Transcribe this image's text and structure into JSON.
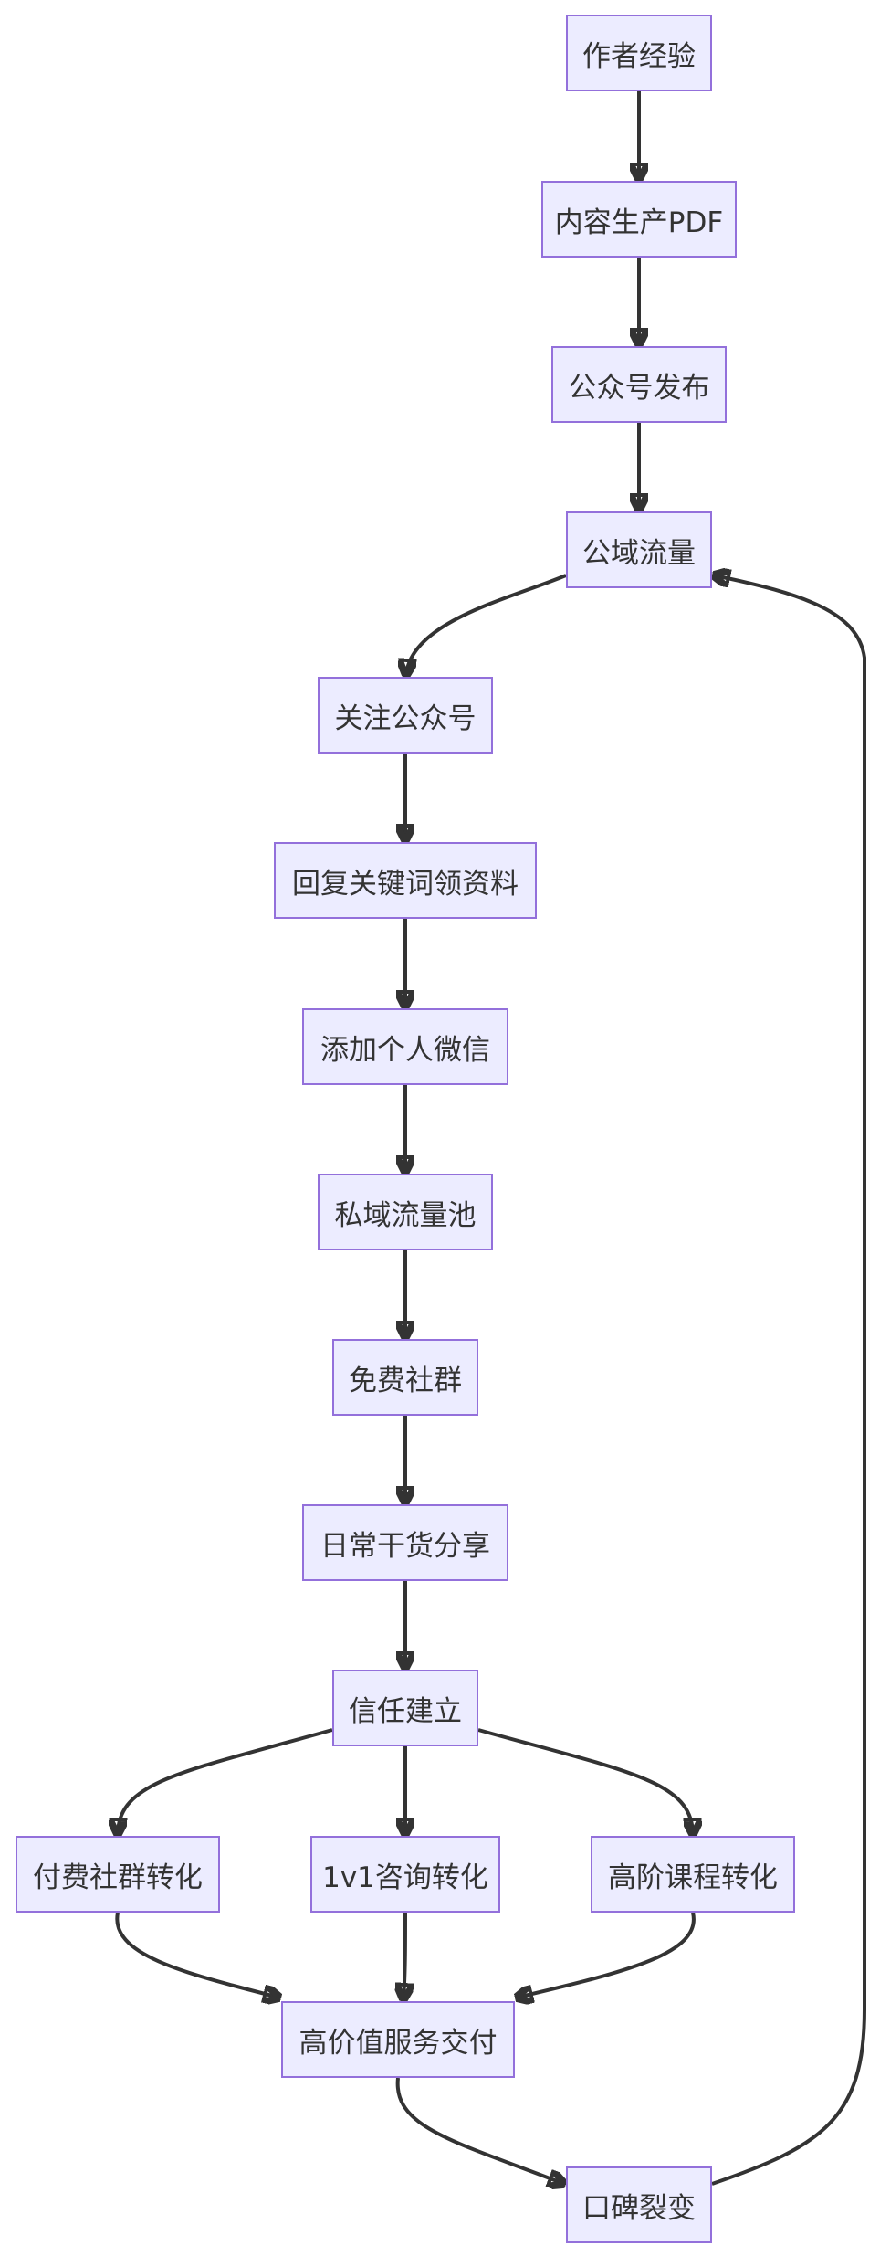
{
  "diagram": {
    "type": "flowchart",
    "colors": {
      "node_fill": "#ECECFF",
      "node_border": "#9370DB",
      "text": "#333333",
      "edge": "#333333"
    },
    "nodes": {
      "author_experience": "作者经验",
      "content_pdf": "内容生产PDF",
      "wechat_publish": "公众号发布",
      "public_traffic": "公域流量",
      "follow_account": "关注公众号",
      "reply_keyword": "回复关键词领资料",
      "add_personal_wechat": "添加个人微信",
      "private_traffic_pool": "私域流量池",
      "free_community": "免费社群",
      "daily_sharing": "日常干货分享",
      "trust_building": "信任建立",
      "paid_community": "付费社群转化",
      "one_on_one": "1v1咨询转化",
      "advanced_course": "高阶课程转化",
      "high_value_delivery": "高价值服务交付",
      "word_of_mouth": "口碑裂变"
    },
    "edges": [
      [
        "author_experience",
        "content_pdf"
      ],
      [
        "content_pdf",
        "wechat_publish"
      ],
      [
        "wechat_publish",
        "public_traffic"
      ],
      [
        "public_traffic",
        "follow_account"
      ],
      [
        "follow_account",
        "reply_keyword"
      ],
      [
        "reply_keyword",
        "add_personal_wechat"
      ],
      [
        "add_personal_wechat",
        "private_traffic_pool"
      ],
      [
        "private_traffic_pool",
        "free_community"
      ],
      [
        "free_community",
        "daily_sharing"
      ],
      [
        "daily_sharing",
        "trust_building"
      ],
      [
        "trust_building",
        "paid_community"
      ],
      [
        "trust_building",
        "one_on_one"
      ],
      [
        "trust_building",
        "advanced_course"
      ],
      [
        "paid_community",
        "high_value_delivery"
      ],
      [
        "one_on_one",
        "high_value_delivery"
      ],
      [
        "advanced_course",
        "high_value_delivery"
      ],
      [
        "high_value_delivery",
        "word_of_mouth"
      ],
      [
        "word_of_mouth",
        "public_traffic"
      ]
    ]
  }
}
